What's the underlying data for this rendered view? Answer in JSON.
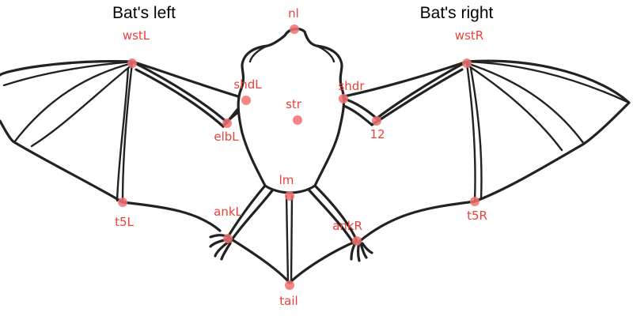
{
  "headings": {
    "left": "Bat's left",
    "right": "Bat's right"
  },
  "marker_color": "#f07070",
  "label_color": "#e8413a",
  "line_color": "#222222",
  "markers": [
    {
      "id": "nl",
      "label": "nl"
    },
    {
      "id": "wstL",
      "label": "wstL"
    },
    {
      "id": "wstR",
      "label": "wstR"
    },
    {
      "id": "shdL",
      "label": "shdL"
    },
    {
      "id": "shdr",
      "label": "shdr"
    },
    {
      "id": "str",
      "label": "str"
    },
    {
      "id": "elbL",
      "label": "elbL"
    },
    {
      "id": "12",
      "label": "12"
    },
    {
      "id": "lm",
      "label": "lm"
    },
    {
      "id": "t5L",
      "label": "t5L"
    },
    {
      "id": "t5R",
      "label": "t5R"
    },
    {
      "id": "ankL",
      "label": "ankL"
    },
    {
      "id": "ankR",
      "label": "ankR"
    },
    {
      "id": "tail",
      "label": "tail"
    }
  ]
}
